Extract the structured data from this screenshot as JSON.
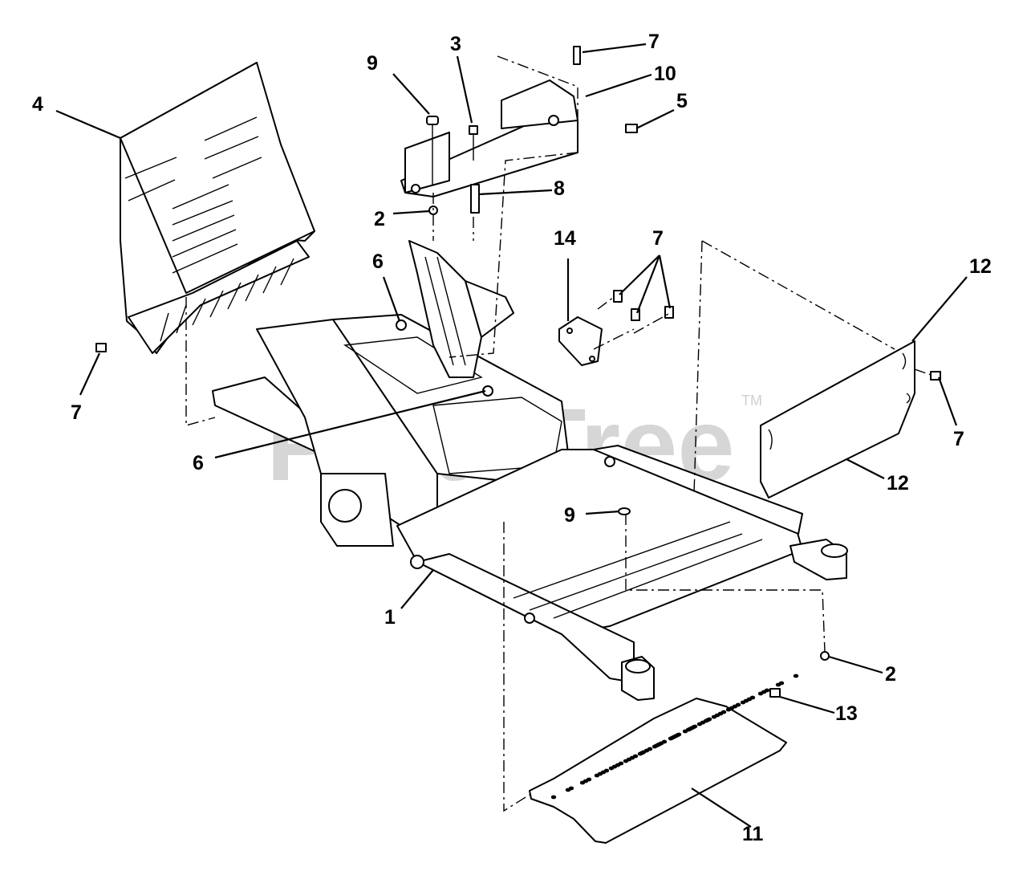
{
  "watermark": {
    "text": "PartsTree",
    "trademark": "TM"
  },
  "callouts": {
    "c1": "1",
    "c2a": "2",
    "c2b": "2",
    "c3": "3",
    "c4": "4",
    "c5": "5",
    "c6a": "6",
    "c6b": "6",
    "c7a": "7",
    "c7b": "7",
    "c7c": "7",
    "c7d": "7",
    "c8": "8",
    "c9a": "9",
    "c9b": "9",
    "c10": "10",
    "c11": "11",
    "c12a": "12",
    "c12b": "12",
    "c13": "13",
    "c14": "14"
  }
}
